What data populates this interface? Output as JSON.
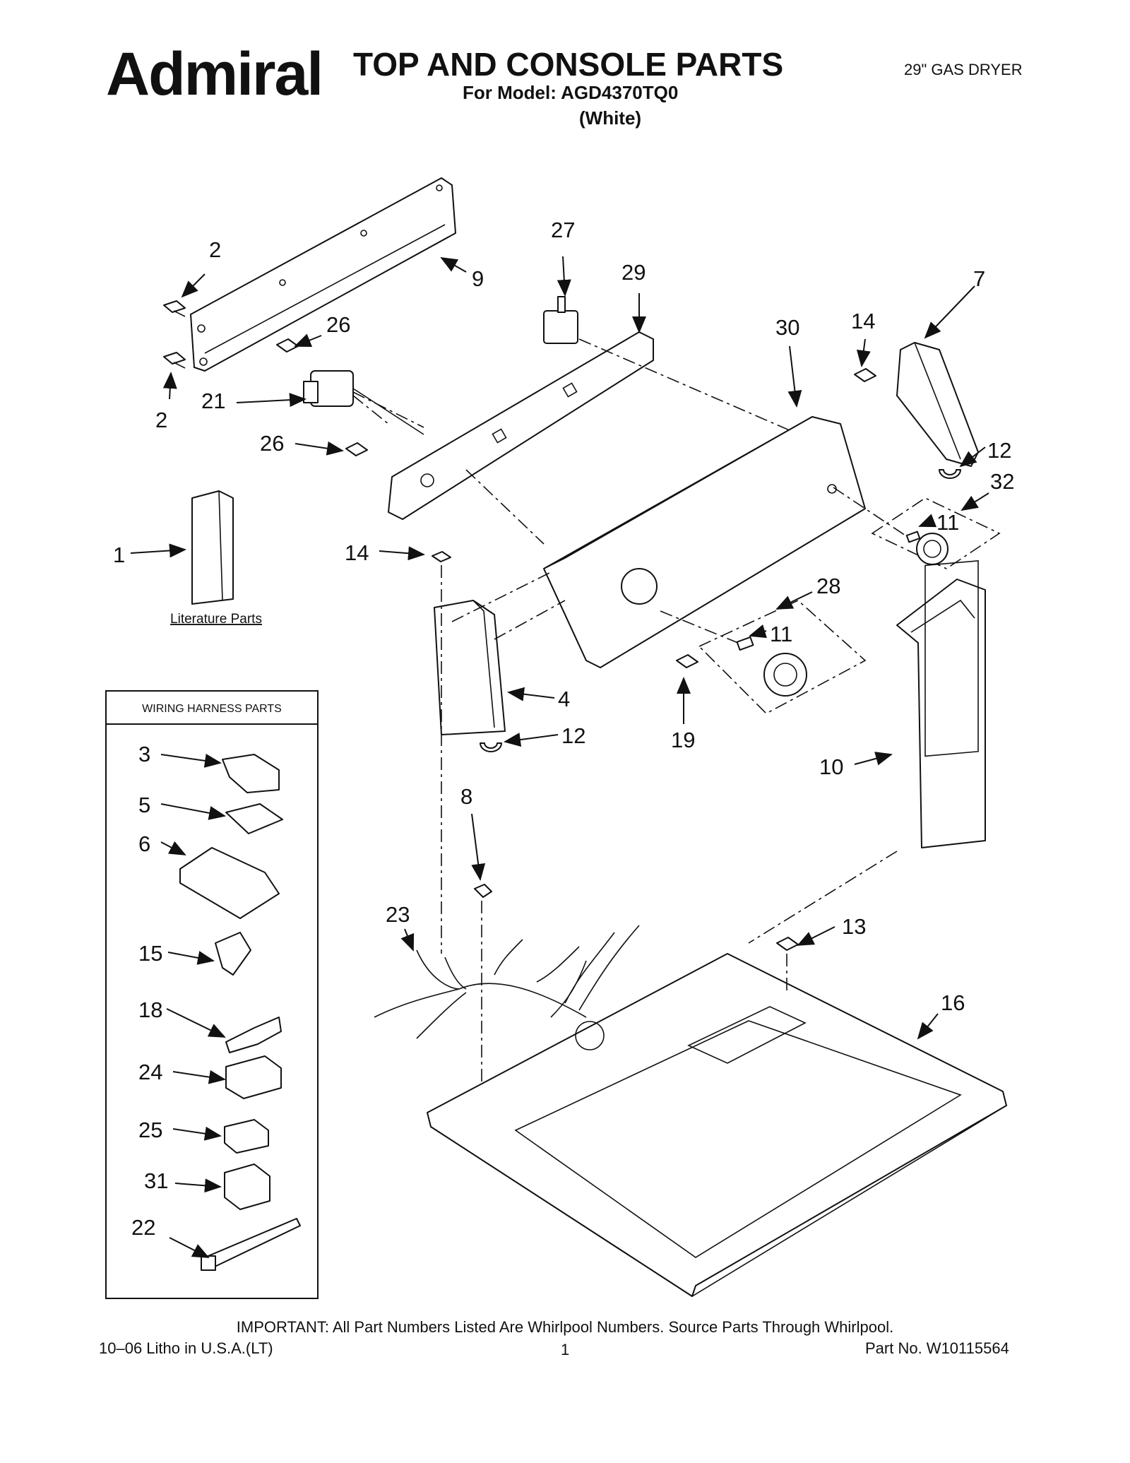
{
  "header": {
    "brand": "Admiral",
    "title": "TOP AND CONSOLE PARTS",
    "model": "For Model: AGD4370TQ0",
    "color": "(White)",
    "product": "29\" GAS DRYER"
  },
  "boxes": {
    "wiring_harness_title": "WIRING HARNESS PARTS",
    "literature_label": "Literature Parts"
  },
  "callouts": {
    "c2a": "2",
    "c2b": "2",
    "c9": "9",
    "c26a": "26",
    "c26b": "26",
    "c21": "21",
    "c27": "27",
    "c29": "29",
    "c30": "30",
    "c14a": "14",
    "c7": "7",
    "c12a": "12",
    "c32": "32",
    "c11a": "11",
    "c1": "1",
    "c14b": "14",
    "c28": "28",
    "c11b": "11",
    "c4": "4",
    "c12b": "12",
    "c19": "19",
    "c10": "10",
    "c8": "8",
    "c23": "23",
    "c13": "13",
    "c16": "16",
    "h3": "3",
    "h5": "5",
    "h6": "6",
    "h15": "15",
    "h18": "18",
    "h24": "24",
    "h25": "25",
    "h31": "31",
    "h22": "22"
  },
  "footer": {
    "important": "IMPORTANT: All Part Numbers Listed Are Whirlpool Numbers. Source Parts Through Whirlpool.",
    "litho": "10–06 Litho in U.S.A.(LT)",
    "page": "1",
    "part_no": "Part No. W10115564"
  }
}
